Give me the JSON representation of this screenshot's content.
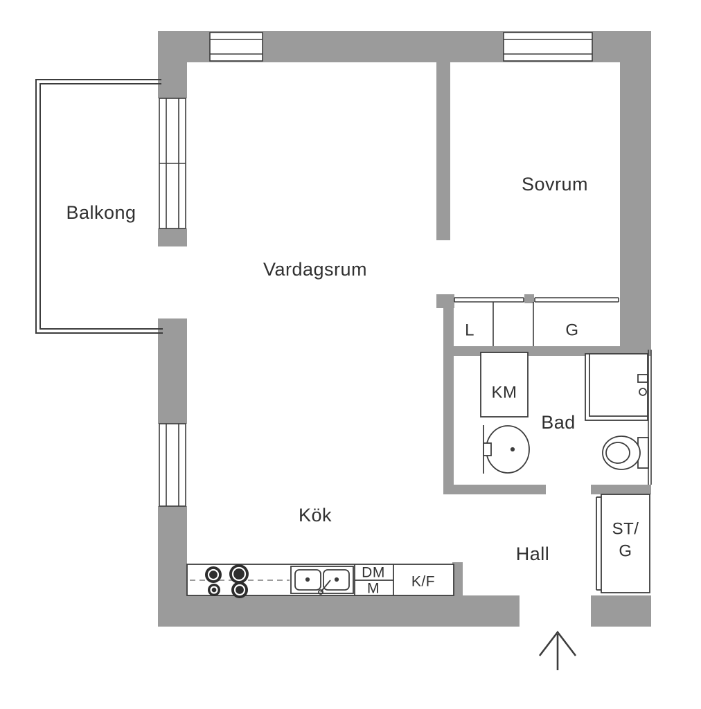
{
  "title": "Apartment floor plan",
  "colors": {
    "background": "#ffffff",
    "wall": "#9b9b9b",
    "line": "#3c3c3c",
    "text": "#303030",
    "fixture_dark": "#2d2d2d",
    "dash": "#8f8f8f"
  },
  "labels": {
    "balkong": "Balkong",
    "vardagsrum": "Vardagsrum",
    "sovrum": "Sovrum",
    "kok": "Kök",
    "hall": "Hall",
    "bad": "Bad",
    "km": "KM",
    "closet_l": "L",
    "closet_g": "G",
    "st_line1": "ST/",
    "st_line2": "G",
    "dm": "DM",
    "m": "M",
    "kf": "K/F"
  }
}
